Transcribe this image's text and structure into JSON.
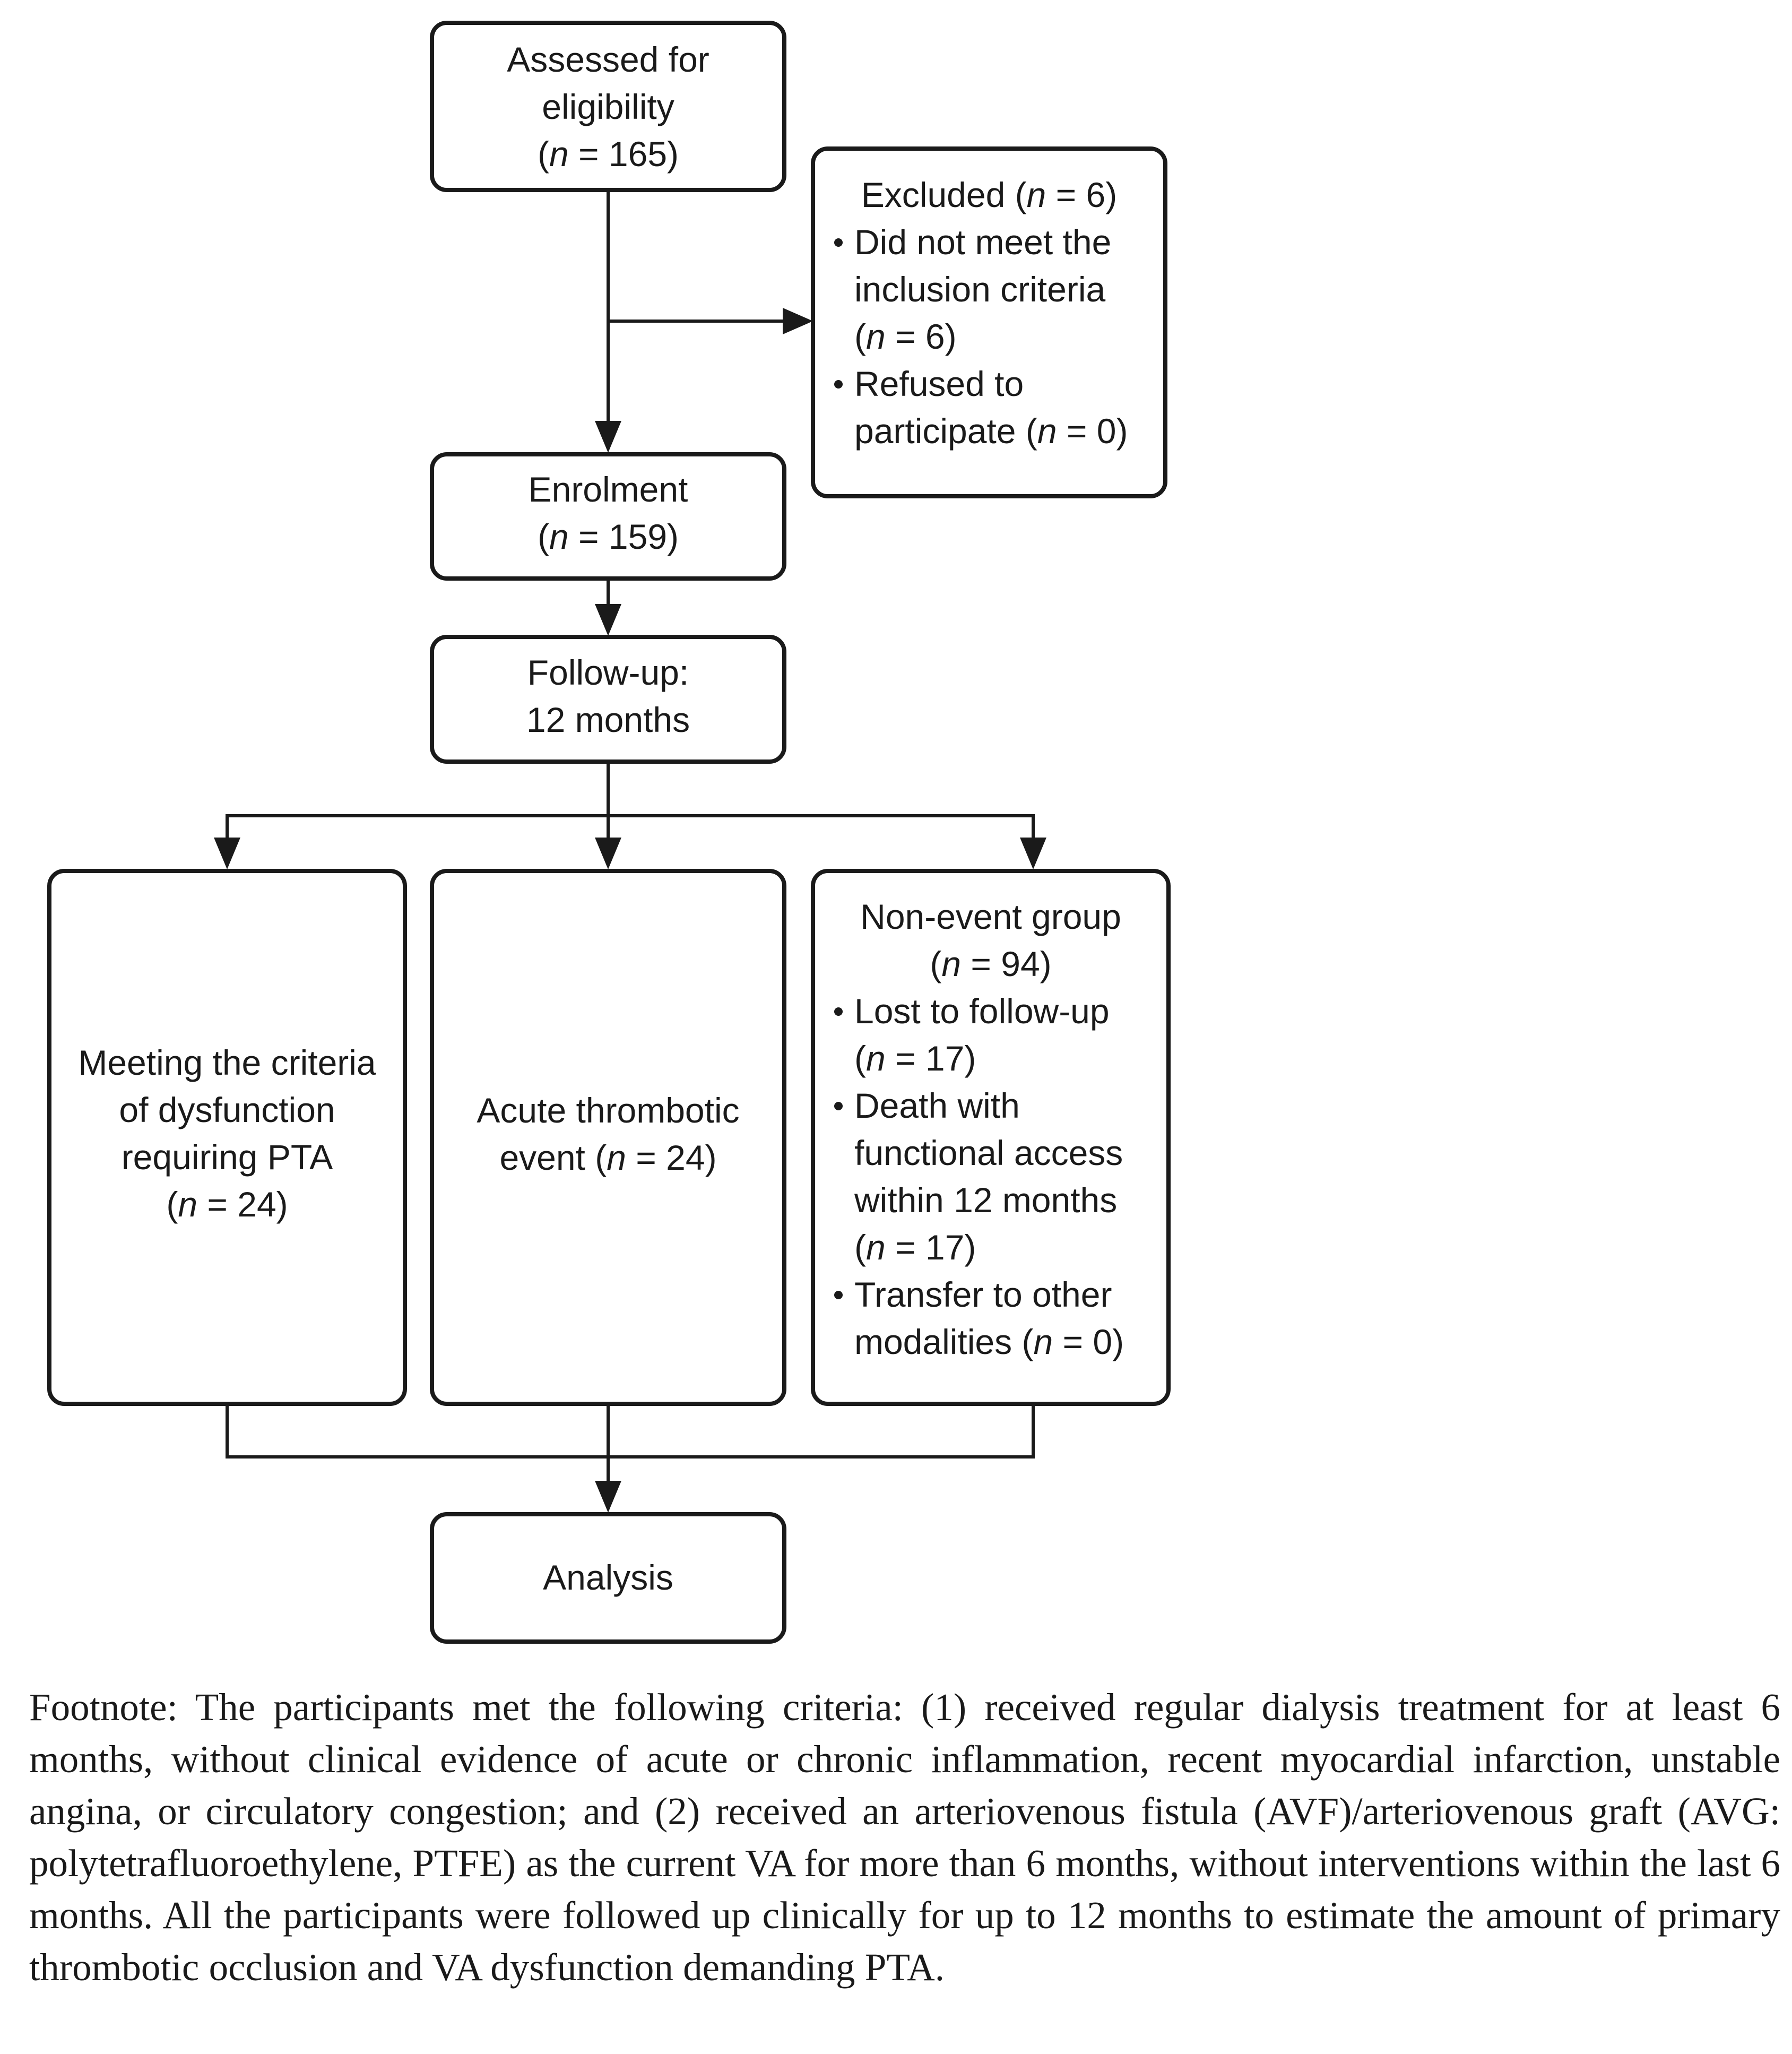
{
  "boxes": {
    "assessed": {
      "lines": [
        [
          {
            "t": "Assessed for"
          }
        ],
        [
          {
            "t": "eligibility"
          }
        ],
        [
          {
            "t": "("
          },
          {
            "t": "n",
            "i": true
          },
          {
            "t": " = 165)"
          }
        ]
      ]
    },
    "excluded": {
      "heading": [
        [
          {
            "t": "Excluded ("
          },
          {
            "t": "n",
            "i": true
          },
          {
            "t": " = 6)"
          }
        ]
      ],
      "bullets": [
        {
          "lines": [
            [
              {
                "t": "Did not meet the"
              }
            ],
            [
              {
                "t": "inclusion criteria"
              }
            ],
            [
              {
                "t": "("
              },
              {
                "t": "n",
                "i": true
              },
              {
                "t": " = 6)"
              }
            ]
          ]
        },
        {
          "lines": [
            [
              {
                "t": "Refused to"
              }
            ],
            [
              {
                "t": "participate ("
              },
              {
                "t": "n",
                "i": true
              },
              {
                "t": " = 0)"
              }
            ]
          ]
        }
      ]
    },
    "enrolment": {
      "lines": [
        [
          {
            "t": "Enrolment"
          }
        ],
        [
          {
            "t": "("
          },
          {
            "t": "n",
            "i": true
          },
          {
            "t": " = 159)"
          }
        ]
      ]
    },
    "followup": {
      "lines": [
        [
          {
            "t": "Follow-up:"
          }
        ],
        [
          {
            "t": "12 months"
          }
        ]
      ]
    },
    "dysfunction": {
      "lines": [
        [
          {
            "t": "Meeting the criteria"
          }
        ],
        [
          {
            "t": "of dysfunction"
          }
        ],
        [
          {
            "t": "requiring PTA"
          }
        ],
        [
          {
            "t": "("
          },
          {
            "t": "n",
            "i": true
          },
          {
            "t": " = 24)"
          }
        ]
      ]
    },
    "thrombotic": {
      "lines": [
        [
          {
            "t": "Acute thrombotic"
          }
        ],
        [
          {
            "t": "event ("
          },
          {
            "t": "n",
            "i": true
          },
          {
            "t": " = 24)"
          }
        ]
      ]
    },
    "nonevent": {
      "heading": [
        [
          {
            "t": "Non-event group"
          }
        ],
        [
          {
            "t": "("
          },
          {
            "t": "n",
            "i": true
          },
          {
            "t": " = 94)"
          }
        ]
      ],
      "bullets": [
        {
          "lines": [
            [
              {
                "t": "Lost to follow-up"
              }
            ],
            [
              {
                "t": "("
              },
              {
                "t": "n",
                "i": true
              },
              {
                "t": " = 17)"
              }
            ]
          ]
        },
        {
          "lines": [
            [
              {
                "t": "Death with"
              }
            ],
            [
              {
                "t": "functional access"
              }
            ],
            [
              {
                "t": "within 12 months"
              }
            ],
            [
              {
                "t": "("
              },
              {
                "t": "n",
                "i": true
              },
              {
                "t": " = 17)"
              }
            ]
          ]
        },
        {
          "lines": [
            [
              {
                "t": "Transfer to other"
              }
            ],
            [
              {
                "t": "modalities ("
              },
              {
                "t": "n",
                "i": true
              },
              {
                "t": " = 0)"
              }
            ]
          ]
        }
      ]
    },
    "analysis": {
      "lines": [
        [
          {
            "t": "Analysis"
          }
        ]
      ]
    }
  },
  "footnote": "Footnote: The participants met the following criteria: (1) received regular dialysis treatment for at least 6 months, without clinical evidence of acute or chronic inflammation, recent myocardial in­farction, unstable angina, or circulatory congestion; and (2) received an arteriovenous fistula (AVF)/arteriovenous graft (AVG: polytetrafluoroethylene, PTFE) as the current VA for more than 6 months, without interventions within the last 6 months. All the participants were followed up clinically for up to 12 months to estimate the amount of primary thrombotic occlusion and VA dysfunction demanding PTA."
}
